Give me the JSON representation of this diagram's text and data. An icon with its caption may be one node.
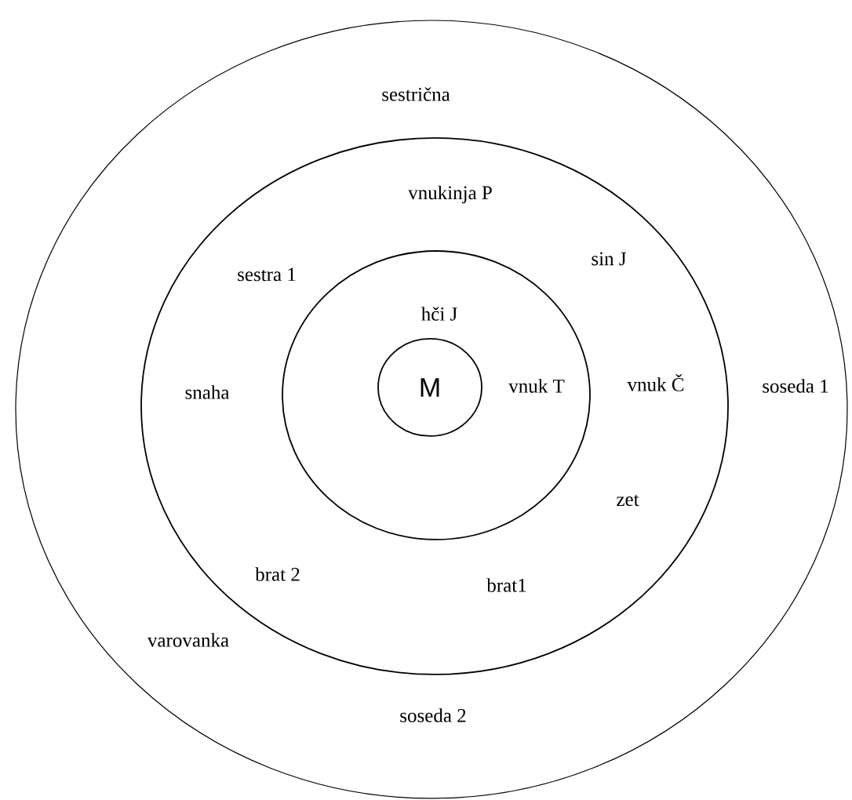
{
  "diagram": {
    "nodes": [
      {
        "text": [
          "sestrična",
          "soseda 1",
          "varovanka",
          "soseda 2"
        ]
      },
      {
        "text": [
          "vnukinja P",
          "sin J",
          "sestra 1",
          "snaha",
          "vnuk Č",
          "zet",
          "brat 2",
          "brat1"
        ],
        "in": 0
      },
      {
        "text": [
          "hči J",
          "vnuk T"
        ],
        "in": 1
      },
      {
        "text": [
          "M"
        ],
        "in": 2
      }
    ]
  }
}
